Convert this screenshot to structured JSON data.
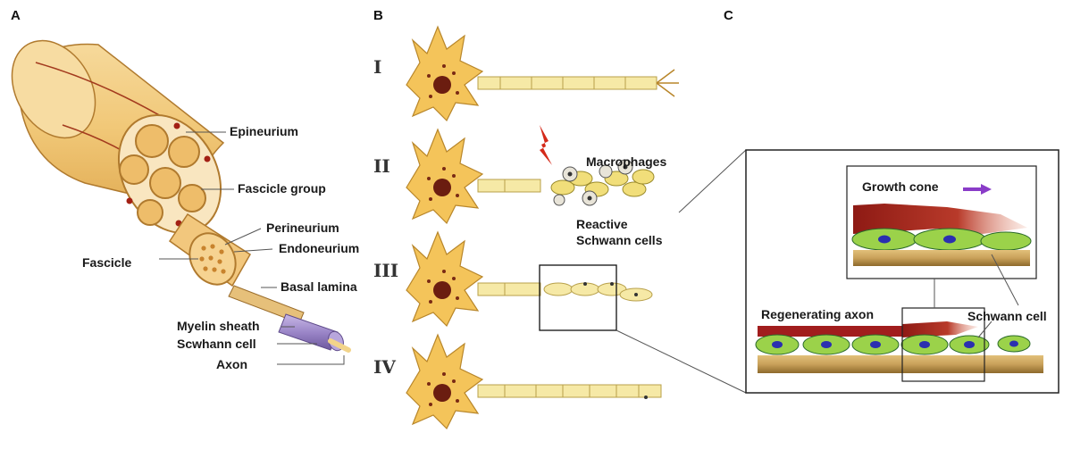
{
  "panels": {
    "a": "A",
    "b": "B",
    "c": "C"
  },
  "panel_a": {
    "labels": {
      "epineurium": "Epineurium",
      "fascicle_group": "Fascicle group",
      "perineurium": "Perineurium",
      "endoneurium": "Endoneurium",
      "fascicle": "Fascicle",
      "basal_lamina": "Basal lamina",
      "myelin_sheath": "Myelin sheath",
      "schwann_cell": "Scwhann cell",
      "axon": "Axon"
    }
  },
  "panel_b": {
    "stages": {
      "i": "I",
      "ii": "II",
      "iii": "III",
      "iv": "IV"
    },
    "labels": {
      "macrophages": "Macrophages",
      "reactive_1": "Reactive",
      "reactive_2": "Schwann cells"
    }
  },
  "panel_c": {
    "labels": {
      "growth_cone": "Growth cone",
      "schwann_cell": "Schwann cell",
      "regenerating_axon": "Regenerating axon"
    }
  },
  "colors": {
    "nerve_tan": "#f3cf8a",
    "nerve_outline": "#b07a2e",
    "neuron_body": "#f4c45a",
    "myelin": "#f6e9a6",
    "nucleus": "#6b1d10",
    "macrophage": "#e8e4d8",
    "schwann_green": "#9bd24a",
    "schwann_nucleus": "#2b2fb0",
    "axon_red": "#a11d1d",
    "basal_tan": "#c9a15a",
    "myelin_purple": "#9b86c8",
    "arrow_purple": "#8a3cc8",
    "injury_red": "#d42a1a"
  }
}
